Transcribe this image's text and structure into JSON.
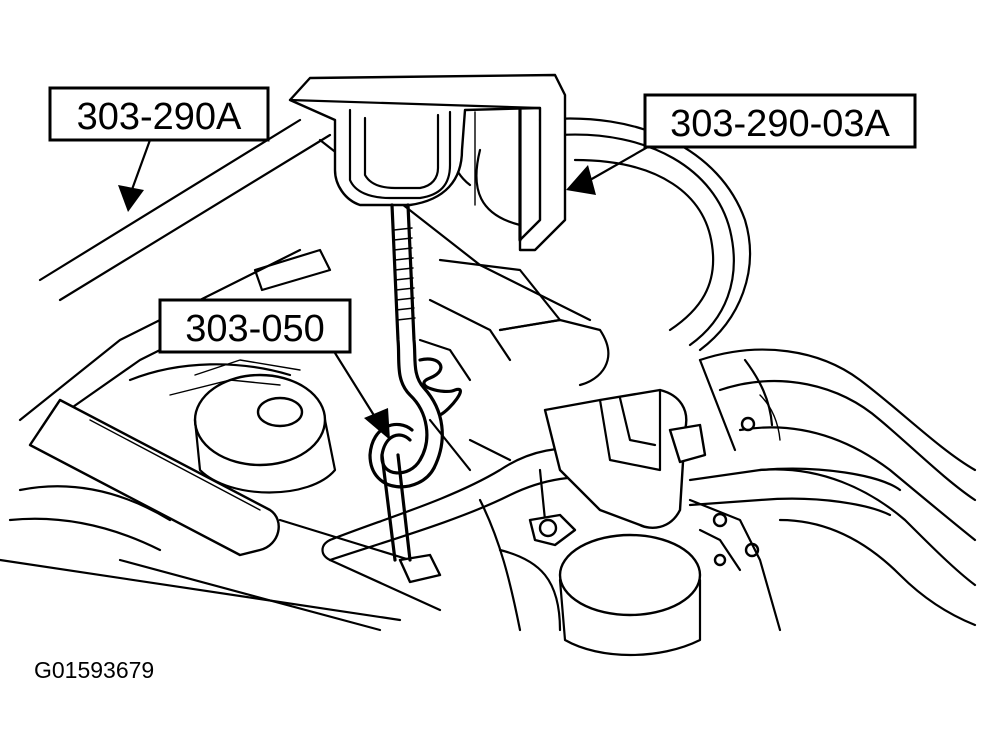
{
  "figure": {
    "reference_id": "G01593679"
  },
  "callouts": {
    "tool_left": "303-290A",
    "tool_right": "303-290-03A",
    "tool_center": "303-050"
  },
  "style": {
    "ink": "#000000",
    "paper": "#ffffff"
  }
}
